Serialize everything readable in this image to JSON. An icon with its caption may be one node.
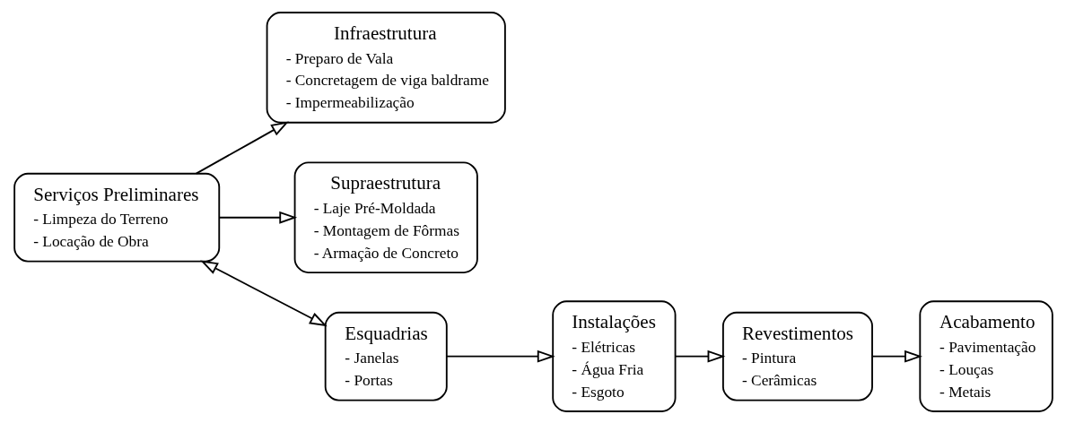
{
  "diagram": {
    "nodes": [
      {
        "text": [
          "Serviços Preliminares",
          "- Limpeza do Terreno",
          "- Locação de Obra"
        ]
      },
      {
        "text": [
          "Infraestrutura",
          "- Preparo de Vala",
          "- Concretagem de viga baldrame",
          "- Impermeabilização"
        ]
      },
      {
        "text": [
          "Supraestrutura",
          "- Laje Pré-Moldada",
          "- Montagem de Fôrmas",
          "- Armação de Concreto"
        ]
      },
      {
        "text": [
          "Esquadrias",
          "- Janelas",
          "- Portas"
        ]
      },
      {
        "text": [
          "Instalações",
          "- Elétricas",
          "- Água Fria",
          "- Esgoto"
        ]
      },
      {
        "text": [
          "Revestimentos",
          "- Pintura",
          "- Cerâmicas"
        ]
      },
      {
        "text": [
          "Acabamento",
          "- Pavimentação",
          "- Louças",
          "- Metais"
        ]
      }
    ],
    "edges": [
      {
        "from": 0,
        "to": 1,
        "arrow": "to"
      },
      {
        "from": 0,
        "to": 2,
        "arrow": "to"
      },
      {
        "from": 0,
        "to": 3,
        "arrow": "both"
      },
      {
        "from": 3,
        "to": 4,
        "arrow": "to"
      },
      {
        "from": 4,
        "to": 5,
        "arrow": "to"
      },
      {
        "from": 5,
        "to": 6,
        "arrow": "to"
      }
    ]
  }
}
